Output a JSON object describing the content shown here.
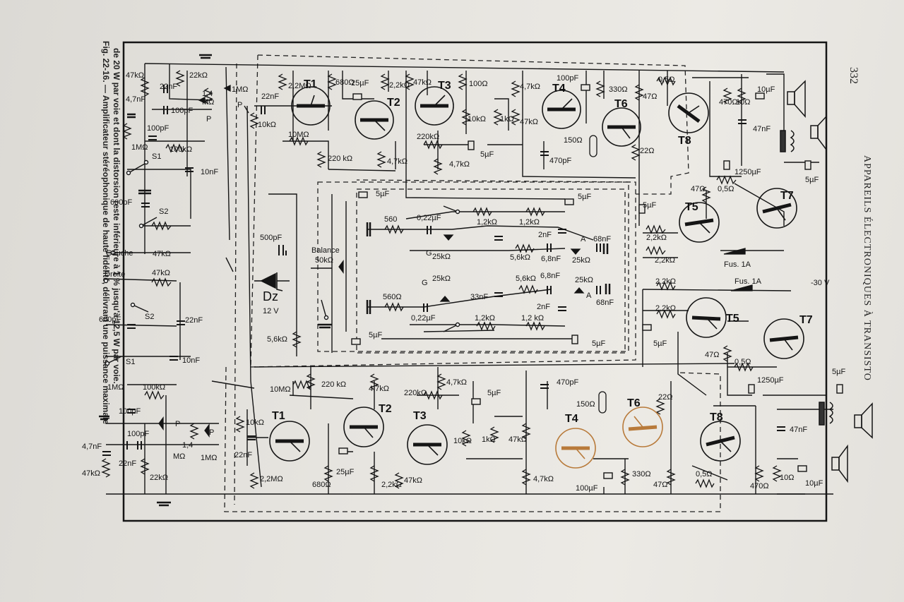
{
  "page": {
    "number": "332",
    "running_head": "APPAREILS ÉLECTRONIQUES À TRANSISTO"
  },
  "caption": {
    "line1": "Fig. 22-16. — Amplificateur stéréophonique de haute fidélité, délivrant une puissance maximale",
    "line2": "de 20 W par voie et dont la distorsion reste inférieure à 1 % jusqu'à 12,5 W par voie."
  },
  "transistors": {
    "t1": "T1",
    "t2": "T2",
    "t3": "T3",
    "t4": "T4",
    "t5": "T5",
    "t6": "T6",
    "t7": "T7",
    "t8": "T8"
  },
  "controls": {
    "gauche": "Gauche",
    "droite": "Droite",
    "balance": "Balance",
    "s1": "S1",
    "s2": "S2",
    "p": "P",
    "g": "G",
    "a": "A",
    "fuse": "Fus. 1A",
    "supply": "-30 V",
    "dz": "Dz",
    "dz_voltage": "12 V"
  },
  "labels": {
    "r_47k": "47kΩ",
    "r_47k2": "47 kΩ",
    "r_22k": "22kΩ",
    "r_1meg": "1MΩ",
    "r_14meg": "1,4",
    "r_14meg_unit": "MΩ",
    "r_100k": "100kΩ",
    "r_10meg": "10MΩ",
    "r_22meg": "2,2MΩ",
    "r_10k": "10kΩ",
    "r_680": "680Ω",
    "r_220k": "220 kΩ",
    "r_220k2": "220kΩ",
    "r_47k_b": "4,7kΩ",
    "r_22k_b": "2,2kΩ",
    "r_100": "100Ω",
    "r_1k": "1kΩ",
    "r_330": "330Ω",
    "r_47": "47Ω",
    "r_05": "0,5Ω",
    "r_150": "150Ω",
    "r_22": "22Ω",
    "r_22k_c": "2,2 kΩ",
    "r_560": "560",
    "r_560b": "560Ω",
    "r_12k": "1,2kΩ",
    "r_12k_b": "1,2 kΩ",
    "r_56k": "5,6kΩ",
    "r_25k": "25kΩ",
    "r_50k": "50kΩ",
    "r_56k_b": "5,6 kΩ",
    "c_47nf": "4,7nF",
    "c_22nf": "22nF",
    "c_100pf": "100pF",
    "c_10nf": "10nF",
    "c_600pf": "600pF",
    "c_500pf": "500pF",
    "c_25uf": "25µF",
    "c_5uf": "5µF",
    "c_470pf": "470pF",
    "c_022uf": "0,22µF",
    "c_2nf": "2nF",
    "c_68nf": "6,8nF",
    "c_68nf_b": "68nF",
    "c_33nf": "33nF",
    "c_1250uf": "1250µF",
    "c_10uf": "10µF",
    "c_47nf_b": "47nF",
    "c_100uf": "100µF"
  },
  "colors": {
    "ink": "#151515",
    "paper": "#e8e6e1",
    "highlight": "#b87a3a"
  }
}
